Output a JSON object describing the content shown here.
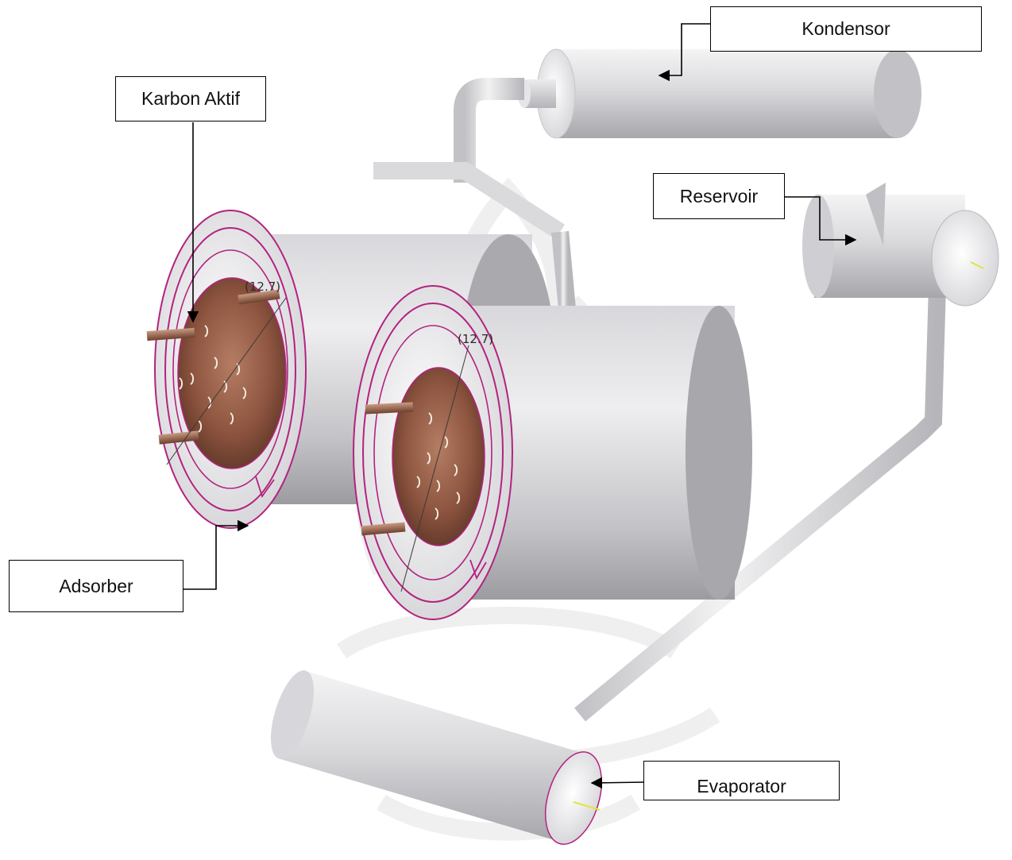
{
  "labels": {
    "kondensor": "Kondensor",
    "karbon_aktif": "Karbon Aktif",
    "reservoir": "Reservoir",
    "adsorber": "Adsorber",
    "evaporator": "Evaporator"
  },
  "dimensions": {
    "left_flange": "(12.7)",
    "right_flange": "(12.7)"
  },
  "colors": {
    "steel_light": "#f1f1f1",
    "steel_mid": "#c9c9cd",
    "steel_dark": "#8d8d92",
    "flange_outline": "#b3237f",
    "carbon": "#9a6047",
    "carbon_dark": "#5d3526",
    "watermark": "#eeeeee",
    "leader": "#000000"
  }
}
